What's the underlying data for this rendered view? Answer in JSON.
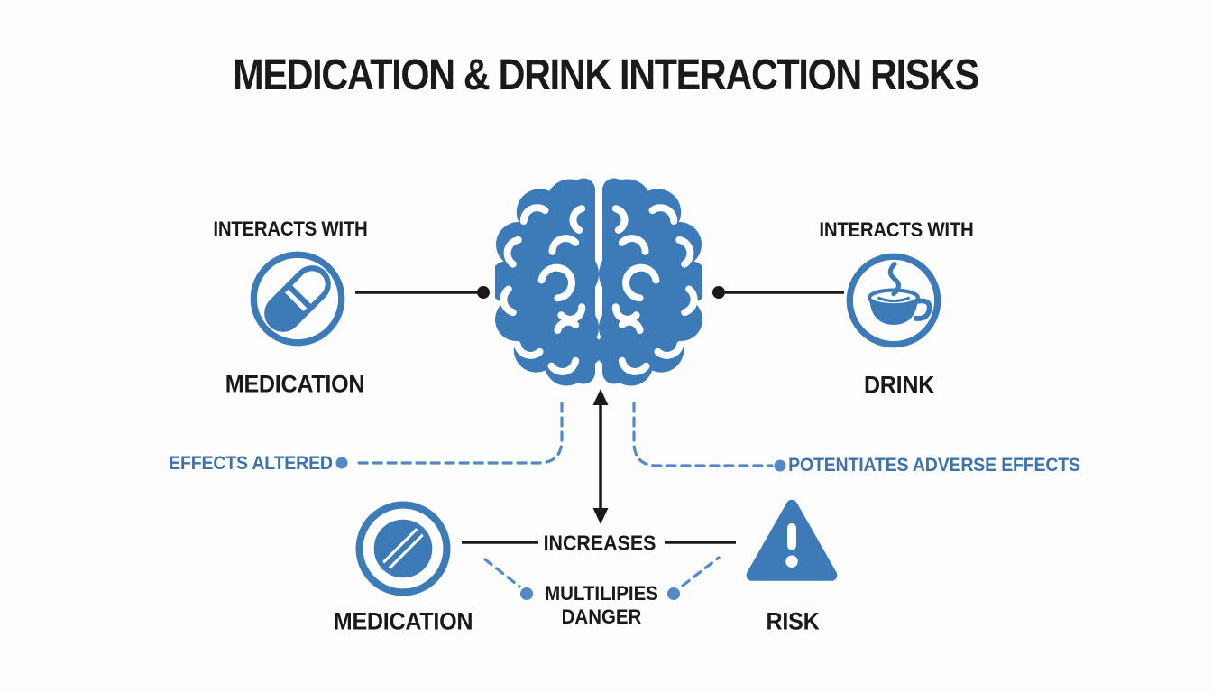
{
  "title": "MEDICATION & DRINK INTERACTION RISKS",
  "colors": {
    "background": "#fdfdfd",
    "ink": "#1a1a1a",
    "accent": "#3c7ab8",
    "dashed_line": "#5289c6",
    "link_text": "#3d73ad"
  },
  "icons": {
    "center": "brain-icon",
    "top_left": "pill-capsule-icon",
    "top_right": "coffee-cup-icon",
    "bottom_left": "prohibition-icon",
    "bottom_right": "warning-triangle-icon"
  },
  "top_left_node": {
    "relation": "INTERACTS WITH",
    "label": "MEDICATION"
  },
  "top_right_node": {
    "relation": "INTERACTS WITH",
    "label": "DRINK"
  },
  "bottom_left_node": {
    "label": "MEDICATION"
  },
  "bottom_right_node": {
    "label": "RISK"
  },
  "connections": {
    "left_effect_label": "EFFECTS ALTERED",
    "right_effect_label": "POTENTIATES ADVERSE EFFECTS",
    "center_relation_label": "INCREASES",
    "bottom_relation_line1": "MULTILIPIES",
    "bottom_relation_line2": "DANGER"
  }
}
